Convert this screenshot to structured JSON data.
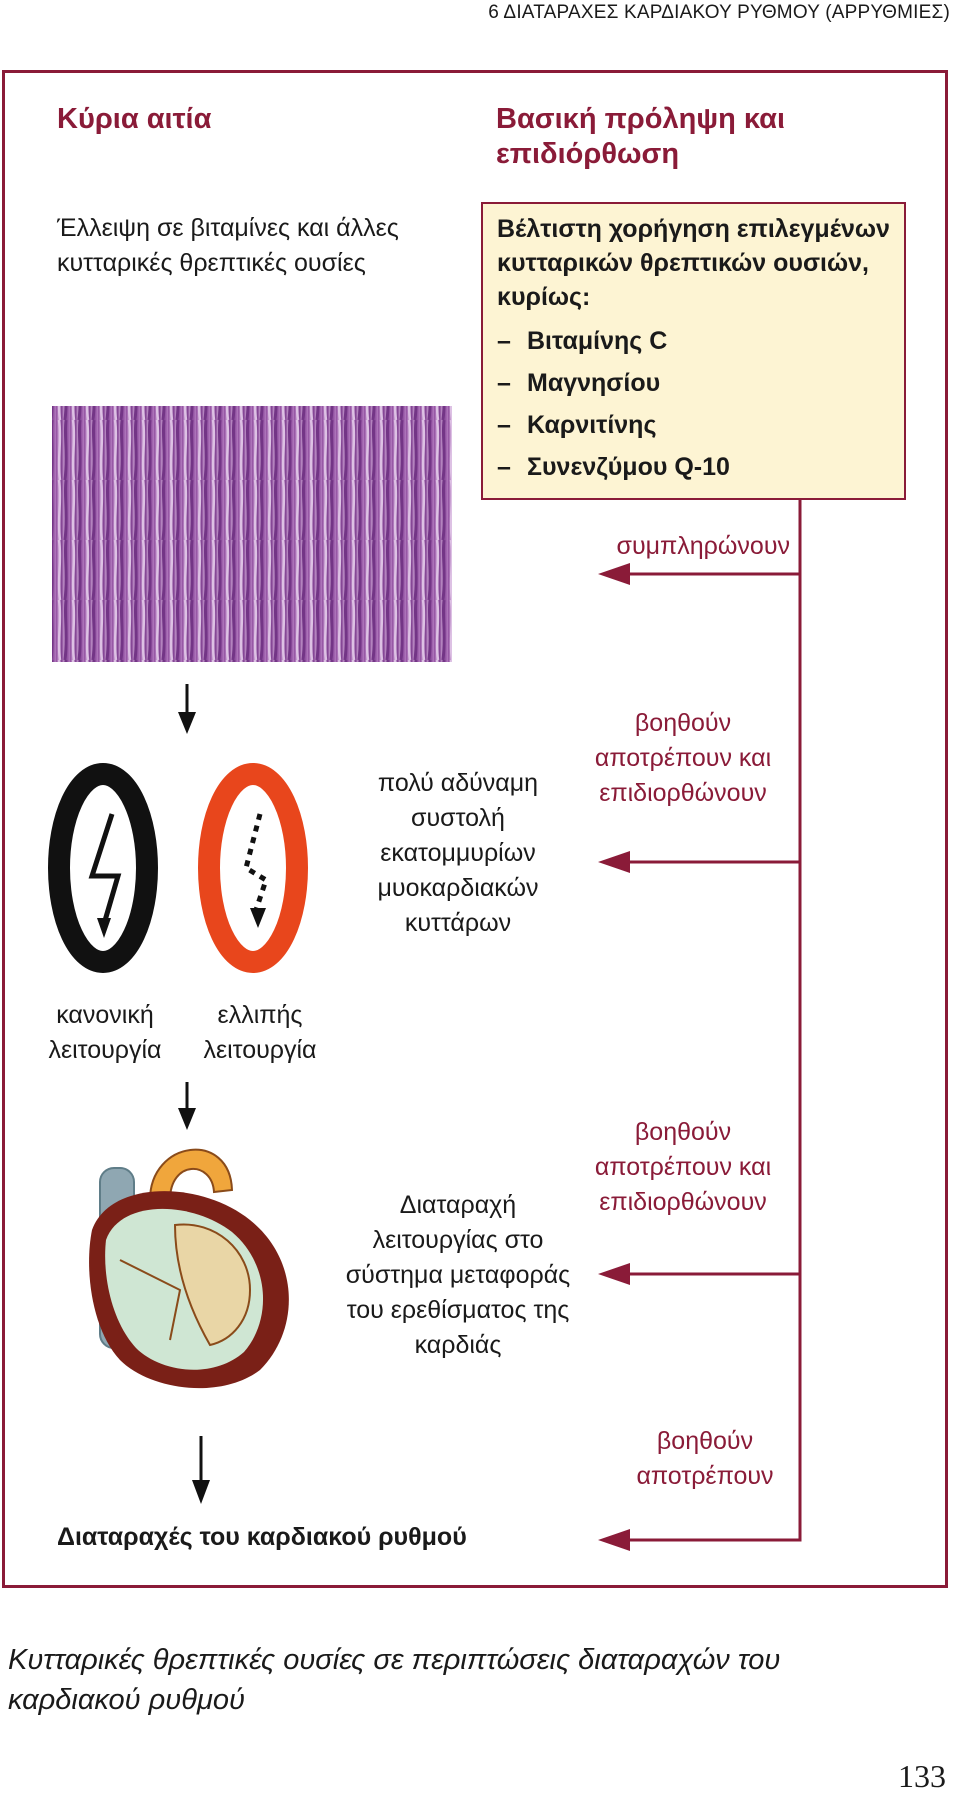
{
  "header": "6  ΔΙΑΤΑΡΑΧΕΣ ΚΑΡΔΙΑΚΟΥ ΡΥΘΜΟΥ (ΑΡΡΥΘΜΙΕΣ)",
  "left_heading": "Κύρια αιτία",
  "right_heading": "Βασική πρόληψη και επιδιόρθωση",
  "cause_text": "Έλλειψη σε βιταμίνες και άλλες κυτταρικές θρεπτικές ουσίες",
  "box": {
    "intro": "Βέλτιστη χορήγηση επιλεγμένων κυτταρικών θρεπτικών ουσιών, κυρίως:",
    "dash": "–",
    "items": [
      "Βιταμίνης C",
      "Μαγνησίου",
      "Καρνιτίνης",
      "Συνενζύμου Q-10"
    ]
  },
  "action_1": "συμπληρώνουν",
  "action_2": "βοηθούν αποτρέπουν και επιδιορθώνουν",
  "action_3": "βοηθούν αποτρέπουν και επιδιορθώνουν",
  "action_4": "βοηθούν αποτρέπουν",
  "weak_contraction": "πολύ αδύναμη συστολή εκατομμυρίων μυοκαρδιακών κυττάρων",
  "normal_label": "κανονική λειτουργία",
  "deficient_label": "ελλιπής λειτουργία",
  "conduction_text": "Διαταραχή λειτουργίας στο σύστημα μεταφοράς του ερεθίσματος της καρδιάς",
  "result": "Διαταραχές του καρδιακού ρυθμού",
  "caption": "Κυτταρικές θρεπτικές ουσίες σε περιπτώσεις διαταραχών του καρδιακού ρυθμού",
  "page_number": "133",
  "colors": {
    "accent": "#8a1b38",
    "box_fill": "#fdf4d3",
    "tissue": "#9b5aa8",
    "cell_red": "#e8461c"
  }
}
